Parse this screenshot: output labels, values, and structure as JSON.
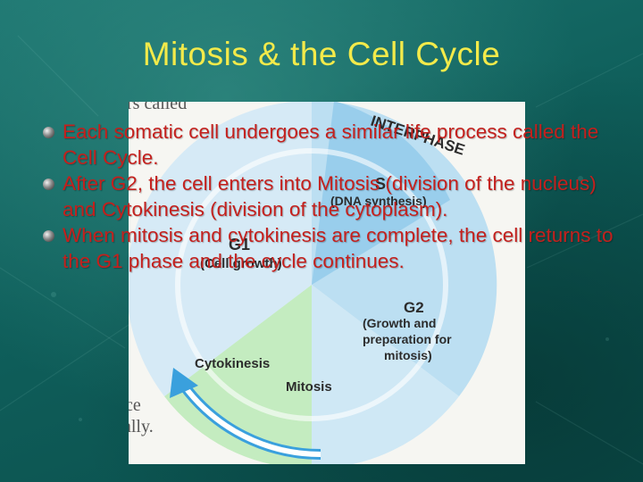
{
  "slide": {
    "title": "Mitosis & the Cell Cycle",
    "bullets": [
      "Each somatic cell undergoes a similar life process called the Cell Cycle.",
      "After G2, the cell enters into Mitosis (division of the nucleus) and Cytokinesis (division of the cytoplasm).",
      "When mitosis and cytokinesis are complete, the cell returns to the G1 phase and the cycle continues."
    ]
  },
  "figure": {
    "background_text": {
      "line1": "rs called",
      "line2": "ce",
      "line3": "ally."
    },
    "labels": {
      "interphase": "INTERPHASE",
      "s_phase": "S",
      "s_desc": "(DNA synthesis)",
      "g1": "G1",
      "g1_desc": "(Cell growth)",
      "g2": "G2",
      "g2_desc_1": "(Growth and",
      "g2_desc_2": "preparation for",
      "g2_desc_3": "mitosis)",
      "cytokinesis": "Cytokinesis",
      "mitosis": "Mitosis"
    },
    "colors": {
      "interphase": "#bcdff2",
      "s_phase": "#8ec8ea",
      "mitotic_phase": "#c4ecc0",
      "arrow": "#3aa0dd"
    }
  }
}
